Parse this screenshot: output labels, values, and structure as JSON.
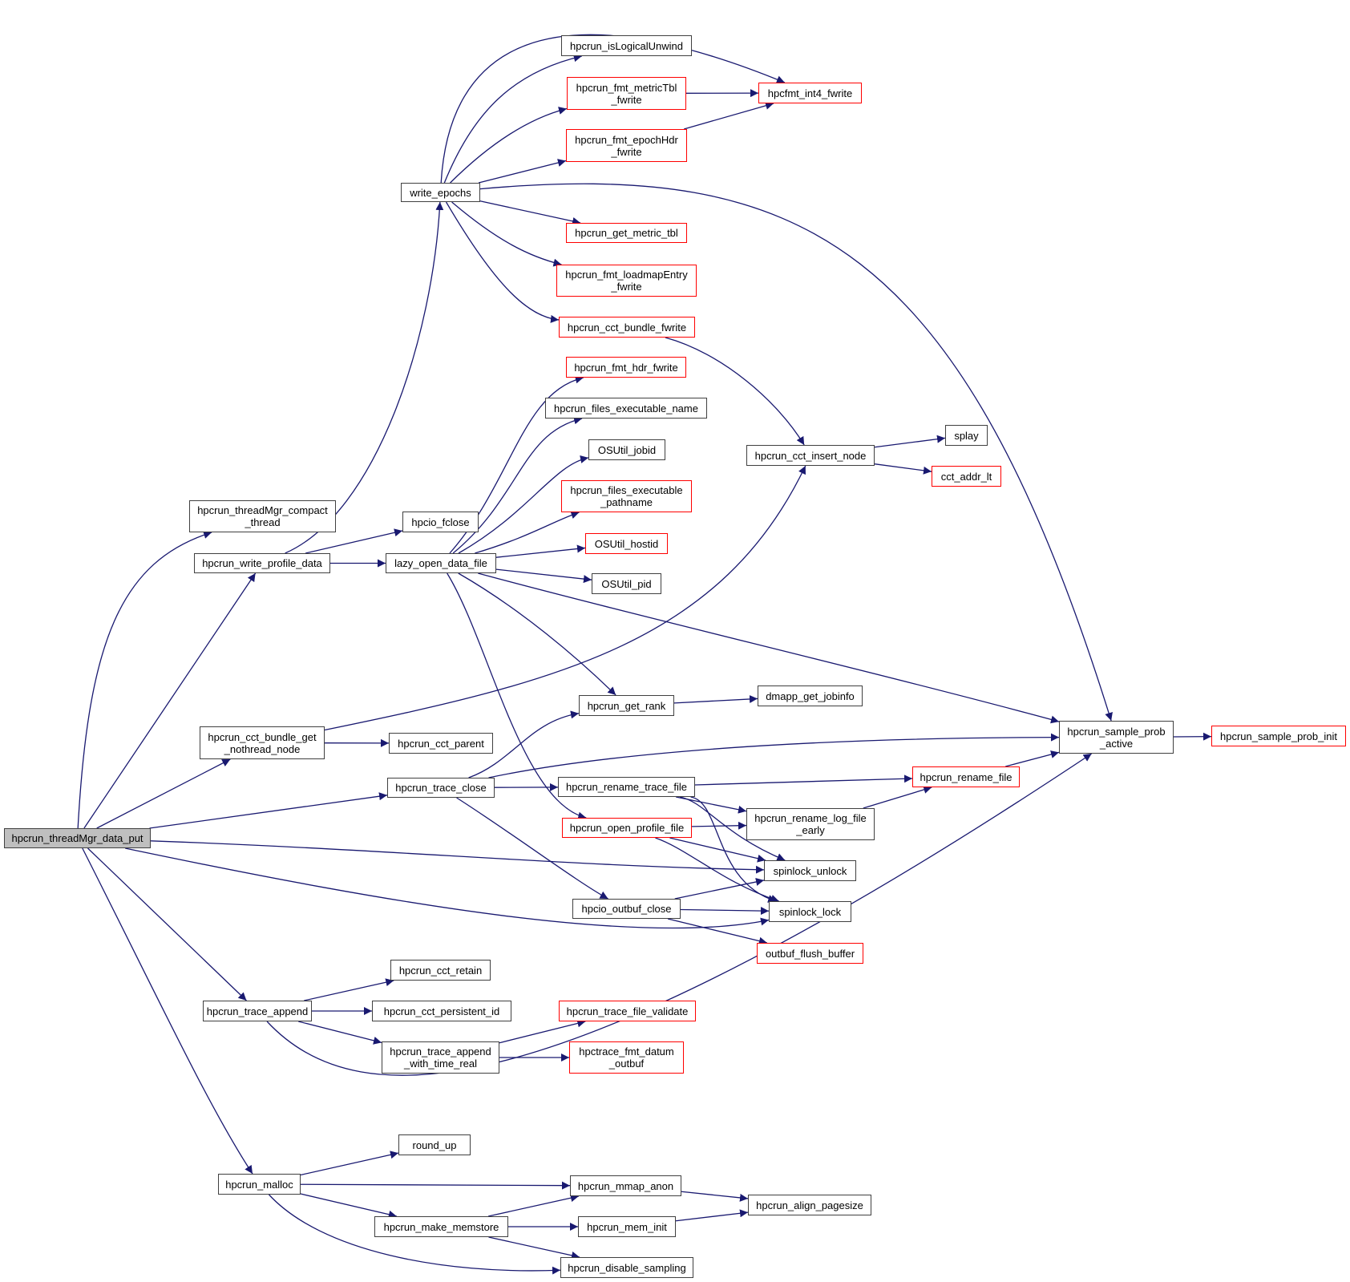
{
  "graph": {
    "type": "call-graph",
    "colors": {
      "edge": "#191970",
      "node_border": "#404040",
      "node_border_truncated": "#ff0000",
      "root_fill": "#bfbfbf",
      "node_fill": "#ffffff"
    },
    "root": "hpcrun_threadMgr_data_put",
    "nodes": [
      {
        "id": "root",
        "label": "hpcrun_threadMgr_data_put",
        "style": "root"
      },
      {
        "id": "compact",
        "label": "hpcrun_threadMgr_compact\n_thread",
        "style": "normal"
      },
      {
        "id": "wpd",
        "label": "hpcrun_write_profile_data",
        "style": "normal"
      },
      {
        "id": "bundleget",
        "label": "hpcrun_cct_bundle_get\n_nothread_node",
        "style": "normal"
      },
      {
        "id": "traceclose",
        "label": "hpcrun_trace_close",
        "style": "normal"
      },
      {
        "id": "traceappend",
        "label": "hpcrun_trace_append",
        "style": "normal"
      },
      {
        "id": "malloc",
        "label": "hpcrun_malloc",
        "style": "normal"
      },
      {
        "id": "we",
        "label": "write_epochs",
        "style": "normal"
      },
      {
        "id": "fclose",
        "label": "hpcio_fclose",
        "style": "normal"
      },
      {
        "id": "lazy",
        "label": "lazy_open_data_file",
        "style": "normal"
      },
      {
        "id": "logical",
        "label": "hpcrun_isLogicalUnwind",
        "style": "normal"
      },
      {
        "id": "metrictbl",
        "label": "hpcrun_fmt_metricTbl\n_fwrite",
        "style": "truncated"
      },
      {
        "id": "epochhdr",
        "label": "hpcrun_fmt_epochHdr\n_fwrite",
        "style": "truncated"
      },
      {
        "id": "int4",
        "label": "hpcfmt_int4_fwrite",
        "style": "truncated"
      },
      {
        "id": "getmetric",
        "label": "hpcrun_get_metric_tbl",
        "style": "truncated"
      },
      {
        "id": "loadmap",
        "label": "hpcrun_fmt_loadmapEntry\n_fwrite",
        "style": "truncated"
      },
      {
        "id": "bundlefwrite",
        "label": "hpcrun_cct_bundle_fwrite",
        "style": "truncated"
      },
      {
        "id": "hdr",
        "label": "hpcrun_fmt_hdr_fwrite",
        "style": "truncated"
      },
      {
        "id": "exename",
        "label": "hpcrun_files_executable_name",
        "style": "normal"
      },
      {
        "id": "jobid",
        "label": "OSUtil_jobid",
        "style": "normal"
      },
      {
        "id": "exepath",
        "label": "hpcrun_files_executable\n_pathname",
        "style": "truncated"
      },
      {
        "id": "hostid",
        "label": "OSUtil_hostid",
        "style": "truncated"
      },
      {
        "id": "pid",
        "label": "OSUtil_pid",
        "style": "normal"
      },
      {
        "id": "insert",
        "label": "hpcrun_cct_insert_node",
        "style": "normal"
      },
      {
        "id": "splay",
        "label": "splay",
        "style": "normal"
      },
      {
        "id": "addrlt",
        "label": "cct_addr_lt",
        "style": "truncated"
      },
      {
        "id": "parent",
        "label": "hpcrun_cct_parent",
        "style": "normal"
      },
      {
        "id": "rank",
        "label": "hpcrun_get_rank",
        "style": "normal"
      },
      {
        "id": "dmapp",
        "label": "dmapp_get_jobinfo",
        "style": "normal"
      },
      {
        "id": "renametrace",
        "label": "hpcrun_rename_trace_file",
        "style": "normal"
      },
      {
        "id": "openprofile",
        "label": "hpcrun_open_profile_file",
        "style": "truncated"
      },
      {
        "id": "renamelog",
        "label": "hpcrun_rename_log_file\n_early",
        "style": "normal"
      },
      {
        "id": "renamefile",
        "label": "hpcrun_rename_file",
        "style": "truncated"
      },
      {
        "id": "probactive",
        "label": "hpcrun_sample_prob\n_active",
        "style": "normal"
      },
      {
        "id": "probinit",
        "label": "hpcrun_sample_prob_init",
        "style": "truncated"
      },
      {
        "id": "unlock",
        "label": "spinlock_unlock",
        "style": "normal"
      },
      {
        "id": "lock",
        "label": "spinlock_lock",
        "style": "normal"
      },
      {
        "id": "outbufclose",
        "label": "hpcio_outbuf_close",
        "style": "normal"
      },
      {
        "id": "flush",
        "label": "outbuf_flush_buffer",
        "style": "truncated"
      },
      {
        "id": "retain",
        "label": "hpcrun_cct_retain",
        "style": "normal"
      },
      {
        "id": "persistent",
        "label": "hpcrun_cct_persistent_id",
        "style": "normal"
      },
      {
        "id": "appendreal",
        "label": "hpcrun_trace_append\n_with_time_real",
        "style": "normal"
      },
      {
        "id": "validate",
        "label": "hpcrun_trace_file_validate",
        "style": "truncated"
      },
      {
        "id": "datum",
        "label": "hpctrace_fmt_datum\n_outbuf",
        "style": "truncated"
      },
      {
        "id": "roundup",
        "label": "round_up",
        "style": "normal"
      },
      {
        "id": "mmap",
        "label": "hpcrun_mmap_anon",
        "style": "normal"
      },
      {
        "id": "memstore",
        "label": "hpcrun_make_memstore",
        "style": "normal"
      },
      {
        "id": "meminit",
        "label": "hpcrun_mem_init",
        "style": "normal"
      },
      {
        "id": "pagesize",
        "label": "hpcrun_align_pagesize",
        "style": "normal"
      },
      {
        "id": "disable",
        "label": "hpcrun_disable_sampling",
        "style": "normal"
      }
    ],
    "edges": [
      [
        "root",
        "compact"
      ],
      [
        "root",
        "wpd"
      ],
      [
        "root",
        "bundleget"
      ],
      [
        "root",
        "traceclose"
      ],
      [
        "root",
        "unlock"
      ],
      [
        "root",
        "lock"
      ],
      [
        "root",
        "traceappend"
      ],
      [
        "root",
        "malloc"
      ],
      [
        "wpd",
        "we"
      ],
      [
        "wpd",
        "fclose"
      ],
      [
        "wpd",
        "lazy"
      ],
      [
        "we",
        "int4"
      ],
      [
        "we",
        "logical"
      ],
      [
        "we",
        "metrictbl"
      ],
      [
        "we",
        "epochhdr"
      ],
      [
        "we",
        "probactive"
      ],
      [
        "we",
        "getmetric"
      ],
      [
        "we",
        "loadmap"
      ],
      [
        "we",
        "bundlefwrite"
      ],
      [
        "metrictbl",
        "int4"
      ],
      [
        "epochhdr",
        "int4"
      ],
      [
        "bundlefwrite",
        "insert"
      ],
      [
        "lazy",
        "hdr"
      ],
      [
        "lazy",
        "exename"
      ],
      [
        "lazy",
        "jobid"
      ],
      [
        "lazy",
        "exepath"
      ],
      [
        "lazy",
        "hostid"
      ],
      [
        "lazy",
        "pid"
      ],
      [
        "lazy",
        "rank"
      ],
      [
        "lazy",
        "probactive"
      ],
      [
        "lazy",
        "openprofile"
      ],
      [
        "insert",
        "splay"
      ],
      [
        "insert",
        "addrlt"
      ],
      [
        "bundleget",
        "insert"
      ],
      [
        "bundleget",
        "parent"
      ],
      [
        "rank",
        "dmapp"
      ],
      [
        "traceclose",
        "rank"
      ],
      [
        "traceclose",
        "probactive"
      ],
      [
        "traceclose",
        "renametrace"
      ],
      [
        "traceclose",
        "outbufclose"
      ],
      [
        "renametrace",
        "renamefile"
      ],
      [
        "renametrace",
        "renamelog"
      ],
      [
        "renametrace",
        "unlock"
      ],
      [
        "renametrace",
        "lock"
      ],
      [
        "openprofile",
        "renamelog"
      ],
      [
        "openprofile",
        "unlock"
      ],
      [
        "openprofile",
        "lock"
      ],
      [
        "renamelog",
        "renamefile"
      ],
      [
        "renamefile",
        "probactive"
      ],
      [
        "probactive",
        "probinit"
      ],
      [
        "outbufclose",
        "unlock"
      ],
      [
        "outbufclose",
        "lock"
      ],
      [
        "outbufclose",
        "flush"
      ],
      [
        "traceappend",
        "retain"
      ],
      [
        "traceappend",
        "persistent"
      ],
      [
        "traceappend",
        "appendreal"
      ],
      [
        "traceappend",
        "probactive"
      ],
      [
        "appendreal",
        "validate"
      ],
      [
        "appendreal",
        "datum"
      ],
      [
        "malloc",
        "roundup"
      ],
      [
        "malloc",
        "mmap"
      ],
      [
        "malloc",
        "memstore"
      ],
      [
        "malloc",
        "disable"
      ],
      [
        "memstore",
        "mmap"
      ],
      [
        "memstore",
        "meminit"
      ],
      [
        "memstore",
        "disable"
      ],
      [
        "mmap",
        "pagesize"
      ],
      [
        "meminit",
        "pagesize"
      ]
    ]
  }
}
